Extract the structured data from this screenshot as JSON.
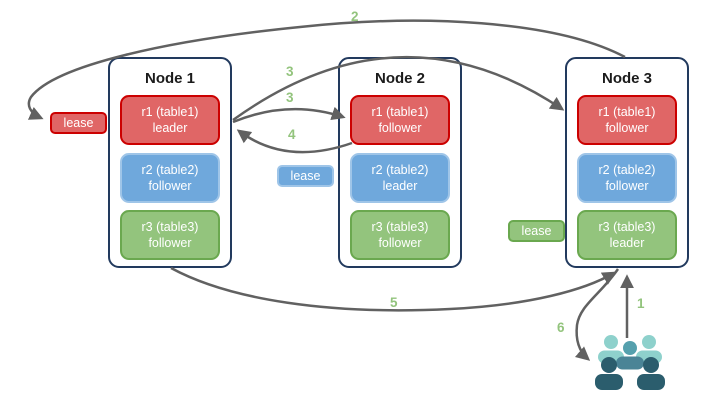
{
  "nodes": [
    {
      "title": "Node 1",
      "replicas": [
        {
          "label": "r1 (table1)",
          "role": "leader",
          "color": "red"
        },
        {
          "label": "r2 (table2)",
          "role": "follower",
          "color": "blue"
        },
        {
          "label": "r3 (table3)",
          "role": "follower",
          "color": "green"
        }
      ]
    },
    {
      "title": "Node 2",
      "replicas": [
        {
          "label": "r1 (table1)",
          "role": "follower",
          "color": "red"
        },
        {
          "label": "r2 (table2)",
          "role": "leader",
          "color": "blue"
        },
        {
          "label": "r3 (table3)",
          "role": "follower",
          "color": "green"
        }
      ]
    },
    {
      "title": "Node 3",
      "replicas": [
        {
          "label": "r1 (table1)",
          "role": "follower",
          "color": "red"
        },
        {
          "label": "r2 (table2)",
          "role": "follower",
          "color": "blue"
        },
        {
          "label": "r3 (table3)",
          "role": "leader",
          "color": "green"
        }
      ]
    }
  ],
  "leases": [
    {
      "label": "lease",
      "color": "red"
    },
    {
      "label": "lease",
      "color": "blue"
    },
    {
      "label": "lease",
      "color": "green"
    }
  ],
  "steps": {
    "step1": "1",
    "step2": "2",
    "step3a": "3",
    "step3b": "3",
    "step4": "4",
    "step5": "5",
    "step6": "6"
  },
  "icons": {
    "users": "users-group-icon"
  },
  "colors": {
    "replica_red": "#e06666",
    "replica_red_border": "#cc0000",
    "replica_blue": "#6fa8dc",
    "replica_blue_border": "#9fc5e8",
    "replica_green": "#93c47d",
    "replica_green_border": "#6aa84f",
    "node_border": "#223a5e",
    "arrow_gray": "#616161",
    "step_label_green": "#93c47d",
    "users_light_teal": "#8ed1cc",
    "users_mid_teal": "#55a0ad",
    "users_dark_teal": "#2b5d6d"
  }
}
